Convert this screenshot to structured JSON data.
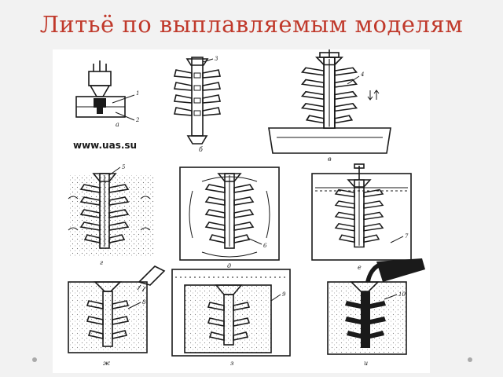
{
  "slide": {
    "title": "Литьё по выплавляемым моделям"
  },
  "figure": {
    "watermark": "www.uas.su",
    "panels": [
      {
        "id": "a",
        "label": "а",
        "callouts": [
          "1",
          "2"
        ]
      },
      {
        "id": "b",
        "label": "б",
        "callouts": [
          "3"
        ]
      },
      {
        "id": "c",
        "label": "в",
        "callouts": [
          "4"
        ]
      },
      {
        "id": "d",
        "label": "г",
        "callouts": [
          "5"
        ]
      },
      {
        "id": "e",
        "label": "д",
        "callouts": [
          "6"
        ]
      },
      {
        "id": "f",
        "label": "е",
        "callouts": [
          "7"
        ]
      },
      {
        "id": "g",
        "label": "ж",
        "callouts": [
          "8"
        ]
      },
      {
        "id": "h",
        "label": "з",
        "callouts": [
          "9"
        ]
      },
      {
        "id": "i",
        "label": "и",
        "callouts": [
          "10"
        ]
      }
    ]
  }
}
